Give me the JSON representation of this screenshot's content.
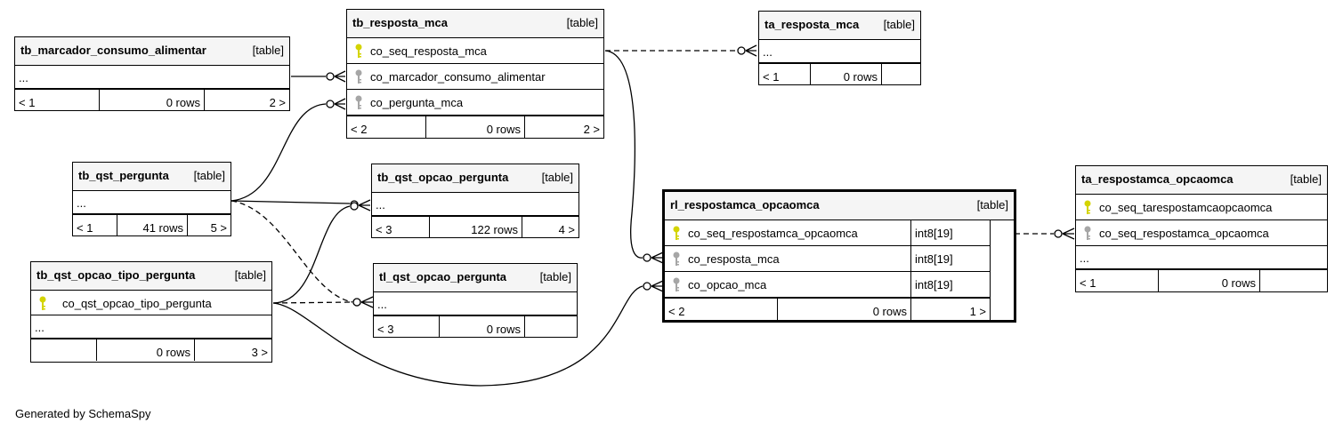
{
  "diagram": {
    "footer_text": "Generated by SchemaSpy",
    "colors": {
      "primary_key_icon": "#d4d400",
      "foreign_key_icon": "#a6a6a6",
      "header_bg": "#f5f5f5",
      "line": "#000000"
    },
    "tables": {
      "tb_marcador_consumo_alimentar": {
        "name": "tb_marcador_consumo_alimentar",
        "kind": "[table]",
        "dots": "...",
        "parents": "< 1",
        "rows": "0 rows",
        "children": "2 >"
      },
      "tb_resposta_mca": {
        "name": "tb_resposta_mca",
        "kind": "[table]",
        "columns": [
          {
            "name": "co_seq_resposta_mca",
            "icon": "primary-key-icon"
          },
          {
            "name": "co_marcador_consumo_alimentar",
            "icon": "foreign-key-icon"
          },
          {
            "name": "co_pergunta_mca",
            "icon": "foreign-key-icon"
          }
        ],
        "parents": "< 2",
        "rows": "0 rows",
        "children": "2 >"
      },
      "ta_resposta_mca": {
        "name": "ta_resposta_mca",
        "kind": "[table]",
        "dots": "...",
        "parents": "< 1",
        "rows": "0 rows",
        "children": ""
      },
      "tb_qst_pergunta": {
        "name": "tb_qst_pergunta",
        "kind": "[table]",
        "dots": "...",
        "parents": "< 1",
        "rows": "41 rows",
        "children": "5 >"
      },
      "tb_qst_opcao_pergunta": {
        "name": "tb_qst_opcao_pergunta",
        "kind": "[table]",
        "dots": "...",
        "parents": "< 3",
        "rows": "122 rows",
        "children": "4 >"
      },
      "tb_qst_opcao_tipo_pergunta": {
        "name": "tb_qst_opcao_tipo_pergunta",
        "kind": "[table]",
        "columns": [
          {
            "name": "co_qst_opcao_tipo_pergunta",
            "icon": "primary-key-icon"
          }
        ],
        "dots": "...",
        "parents": "",
        "rows": "0 rows",
        "children": "3 >"
      },
      "tl_qst_opcao_pergunta": {
        "name": "tl_qst_opcao_pergunta",
        "kind": "[table]",
        "dots": "...",
        "parents": "< 3",
        "rows": "0 rows",
        "children": ""
      },
      "rl_respostamca_opcaomca": {
        "name": "rl_respostamca_opcaomca",
        "kind": "[table]",
        "columns": [
          {
            "name": "co_seq_respostamca_opcaomca",
            "type": "int8[19]",
            "icon": "primary-key-icon"
          },
          {
            "name": "co_resposta_mca",
            "type": "int8[19]",
            "icon": "foreign-key-icon"
          },
          {
            "name": "co_opcao_mca",
            "type": "int8[19]",
            "icon": "foreign-key-icon"
          }
        ],
        "parents": "< 2",
        "rows": "0 rows",
        "children": "1 >"
      },
      "ta_respostamca_opcaomca": {
        "name": "ta_respostamca_opcaomca",
        "kind": "[table]",
        "columns": [
          {
            "name": "co_seq_tarespostamcaopcaomca",
            "icon": "primary-key-icon"
          },
          {
            "name": "co_seq_respostamca_opcaomca",
            "icon": "foreign-key-icon"
          }
        ],
        "dots": "...",
        "parents": "< 1",
        "rows": "0 rows",
        "children": ""
      }
    }
  }
}
